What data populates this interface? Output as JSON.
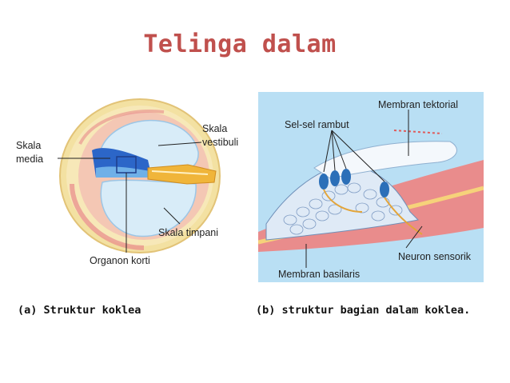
{
  "title": "Telinga dalam",
  "figure_a": {
    "labels": {
      "skala_media": [
        "Skala",
        "media"
      ],
      "skala_vestibuli": [
        "Skala",
        "vestibuli"
      ],
      "skala_timpani": "Skala timpani",
      "organon_korti": "Organon korti"
    },
    "caption": "(a) Struktur koklea"
  },
  "figure_b": {
    "labels": {
      "membran_tektorial": "Membran tektorial",
      "sel_sel_rambut": "Sel-sel rambut",
      "neuron_sensorik": "Neuron sensorik",
      "membran_basilaris": "Membran basilaris"
    },
    "caption": "(b) struktur bagian dalam koklea."
  },
  "colors": {
    "title": "#c0504d",
    "bone": "#f3e1a2",
    "scala_fill": "#d8ecf8",
    "media_blue": "#2c66c8",
    "panel_bg": "#b9dff4",
    "tissue_pink": "#e88a8a",
    "nerve_yellow": "#f0b53a"
  }
}
